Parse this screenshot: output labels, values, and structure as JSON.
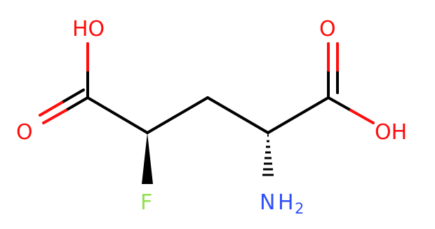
{
  "molecule": {
    "labels": {
      "oh_left": "HO",
      "o_left": "O",
      "o_right": "O",
      "oh_right": "OH",
      "fluorine": "F",
      "amine_n": "N",
      "amine_h": "H",
      "amine_sub": "2"
    },
    "colors": {
      "carbon_bond": "#000000",
      "oxygen": "#ff0d0d",
      "fluorine": "#90e050",
      "nitrogen": "#3050f8"
    }
  }
}
